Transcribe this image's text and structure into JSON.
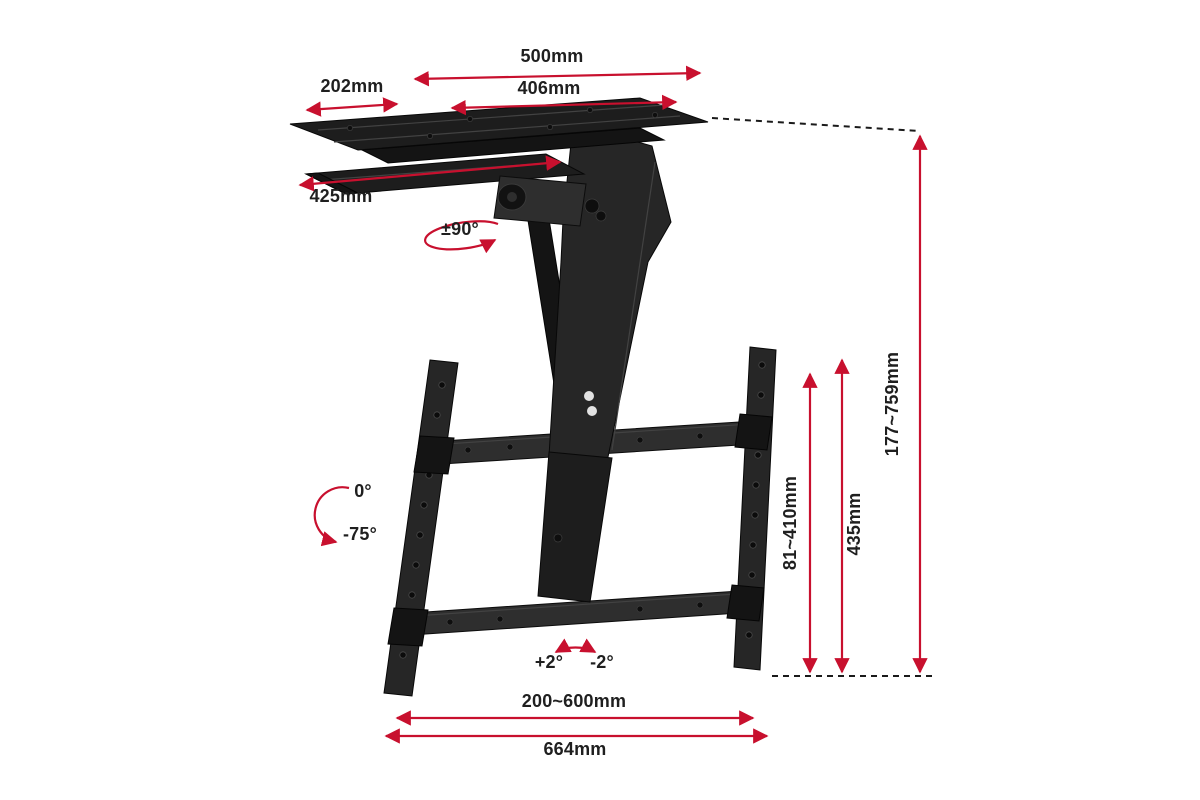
{
  "colors": {
    "red": "#c8102e",
    "dark": "#1a1a1a",
    "text": "#1f1f1f",
    "bg": "#ffffff"
  },
  "diagram": {
    "type": "product-dimension-diagram",
    "product": "motorized-ceiling-tv-mount",
    "labels": {
      "top_plate_width": "500mm",
      "top_plate_inner_width": "406mm",
      "top_plate_depth": "202mm",
      "slide_rail_length": "425mm",
      "swivel_range": "±90°",
      "height_range": "177~759mm",
      "vesa_height_range": "81~410mm",
      "bracket_height": "435mm",
      "tilt_max": "0°",
      "tilt_min": "-75°",
      "level_plus": "+2°",
      "level_minus": "-2°",
      "vesa_width_range": "200~600mm",
      "bracket_width": "664mm"
    }
  }
}
